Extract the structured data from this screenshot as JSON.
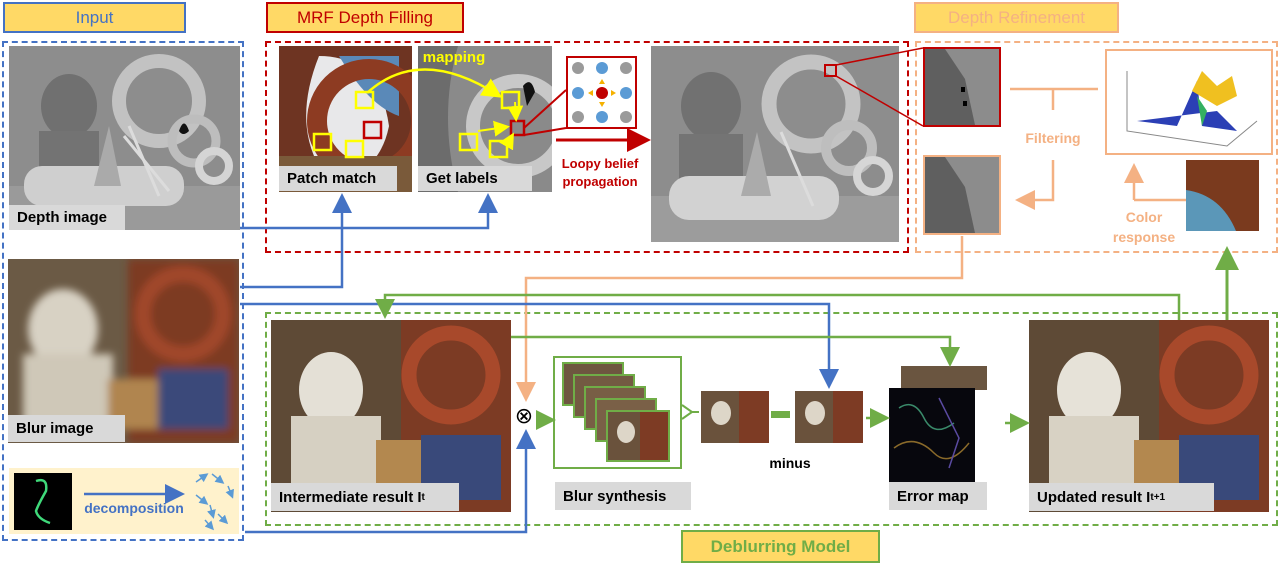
{
  "titles": {
    "input": "Input",
    "mrf": "MRF Depth Filling",
    "refinement": "Depth Refinement",
    "deblurring": "Deblurring Model"
  },
  "captions": {
    "depth_image": "Depth image",
    "blur_image": "Blur image",
    "patch_match": "Patch match",
    "get_labels": "Get labels",
    "intermediate": "Intermediate result I",
    "intermediate_sub": "t",
    "blur_synthesis": "Blur synthesis",
    "error_map": "Error map",
    "updated": "Updated result I",
    "updated_sub": "t+1"
  },
  "labels": {
    "mapping": "mapping",
    "loopy_line1": "Loopy  belief",
    "loopy_line2": "propagation",
    "filtering": "Filtering",
    "color_line1": "Color",
    "color_line2": "response",
    "minus": "minus",
    "decomposition": "decomposition",
    "otimes": "⊗"
  },
  "colors": {
    "input_blue": "#4472c4",
    "mrf_red": "#c00000",
    "refine_orange": "#f4b183",
    "deblur_green": "#70ad47",
    "title_fill": "#ffd966",
    "yellow": "#ffff00"
  }
}
